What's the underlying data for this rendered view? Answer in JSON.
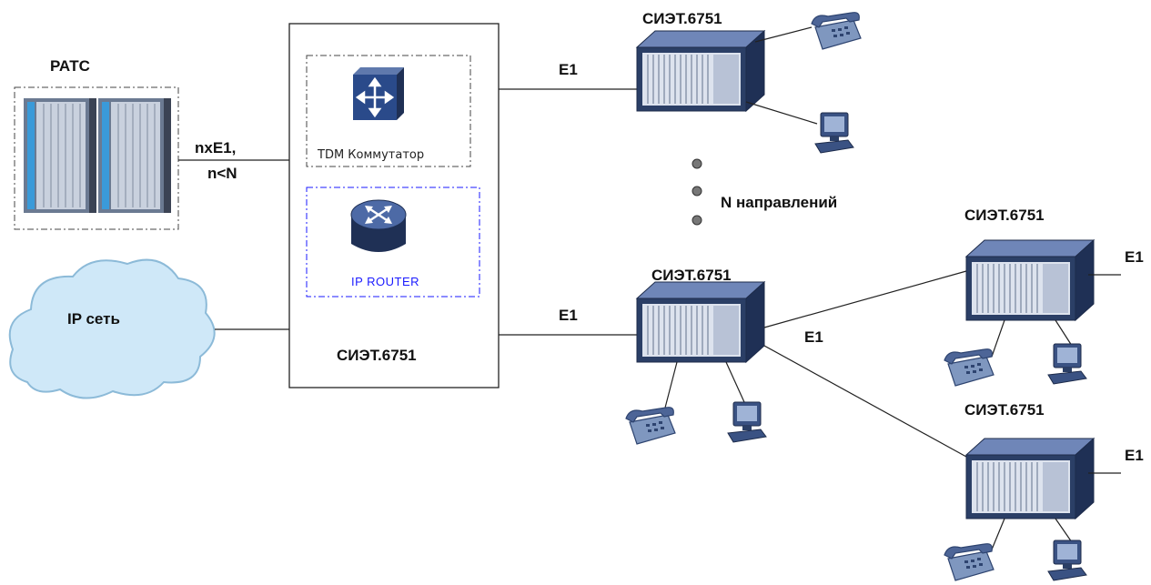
{
  "colors": {
    "device_dark": "#2b3f66",
    "device_top": "#6f86b8",
    "pbx_cabinet": "#3a9ad9",
    "cloud_fill": "#cfe8f8",
    "router_blue": "#2a4a8a",
    "ip_router_border": "#1a1aff"
  },
  "labels": {
    "ratc": "РАТС",
    "nxe1": "nxE1,",
    "n_lt_n": "n<N",
    "ip_network": "IP сеть",
    "tdm_switch": "TDM Коммутатор",
    "ip_router": "IP ROUTER",
    "central_device": "СИЭТ.6751",
    "device_top": "СИЭТ.6751",
    "device_mid": "СИЭТ.6751",
    "device_right_top": "СИЭТ.6751",
    "device_right_bottom": "СИЭТ.6751",
    "e1_top": "E1",
    "e1_mid": "E1",
    "e1_branch": "E1",
    "e1_right_top": "E1",
    "e1_right_bottom": "E1",
    "n_directions": "N направлений"
  },
  "icons": {
    "pbx": "pbx-cabinet-icon",
    "cloud": "cloud-icon",
    "tdm": "tdm-switch-icon",
    "router": "ip-router-icon",
    "device": "network-device-icon",
    "phone": "phone-icon",
    "computer": "computer-icon"
  }
}
